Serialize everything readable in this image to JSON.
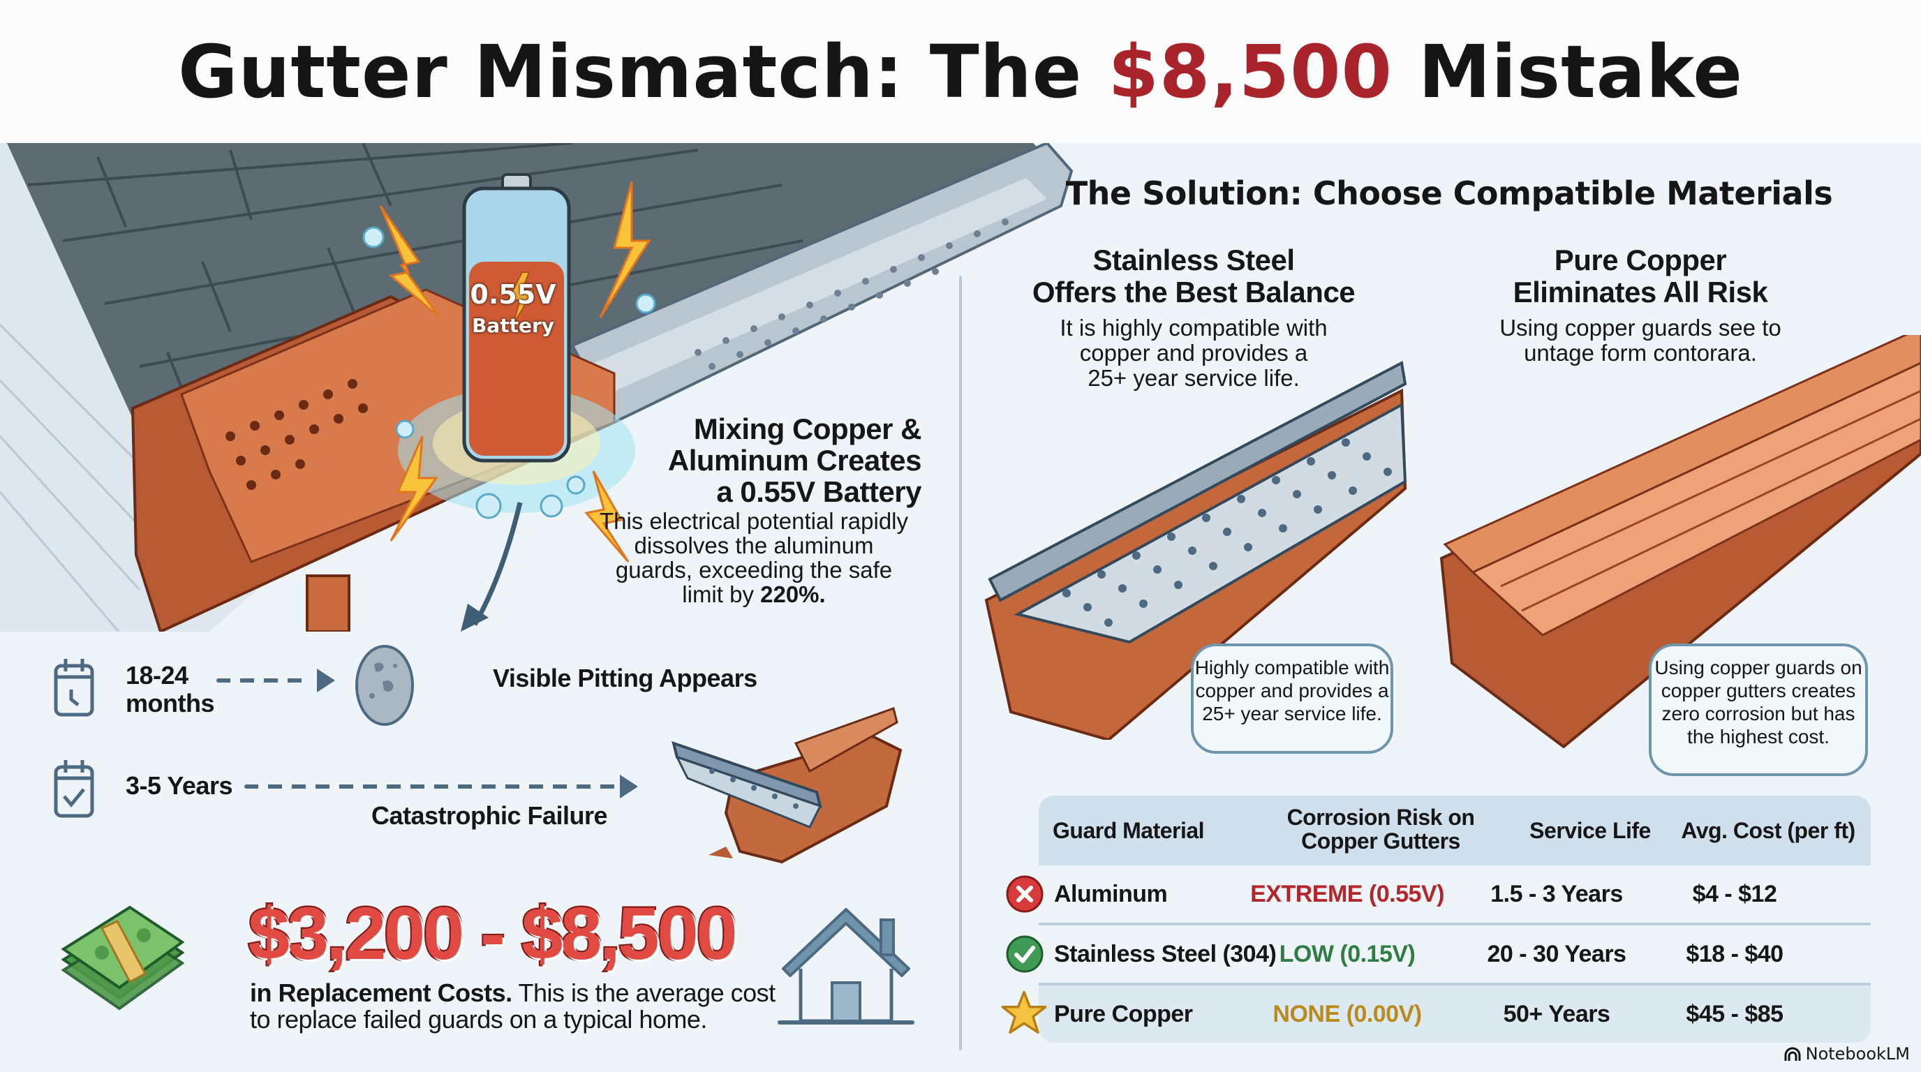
{
  "header": {
    "title_prefix": "Gutter Mismatch: The ",
    "title_accent": "$8,500",
    "title_suffix": " Mistake",
    "accent_color": "#a8232a"
  },
  "problem": {
    "battery_voltage": "0.55V",
    "battery_word": "Battery",
    "title_lines": [
      "Mixing Copper &",
      "Aluminum Creates",
      "a 0.55V Battery"
    ],
    "body_lines": [
      "This electrical potential rapidly",
      "dissolves the aluminum",
      "guards, exceeding the safe"
    ],
    "body_last_prefix": "limit by ",
    "body_last_bold": "220%."
  },
  "timeline": [
    {
      "duration_line1": "18-24",
      "duration_line2": "months",
      "icon": "calendar-clock-icon",
      "event": "Visible Pitting Appears",
      "visual": "pitted-metal-disc"
    },
    {
      "duration_line1": "3-5 Years",
      "duration_line2": "",
      "icon": "calendar-check-icon",
      "event": "Catastrophic Failure",
      "visual": "broken-gutter"
    }
  ],
  "cost": {
    "range": "$3,200 - $8,500",
    "desc_bold": "in Replacement Costs.",
    "desc_rest_1": " This is the average cost",
    "desc_rest_2": "to replace failed guards on a typical home.",
    "icons": [
      "money-stack-icon",
      "house-icon"
    ]
  },
  "solution": {
    "title": "The Solution: Choose Compatible Materials",
    "options": [
      {
        "title_lines": [
          "Stainless Steel",
          "Offers the Best Balance"
        ],
        "desc_lines": [
          "It is highly compatible with",
          "copper and provides a",
          "25+ year service life."
        ],
        "callout_lines": [
          "Highly compatible with",
          "copper and provides a",
          "25+ year service life."
        ]
      },
      {
        "title_lines": [
          "Pure Copper",
          "Eliminates All Risk"
        ],
        "desc_lines": [
          "Using copper guards see to",
          "untage form contorara."
        ],
        "callout_lines": [
          "Using copper guards on",
          "copper gutters creates",
          "zero corrosion but has",
          "the highest cost."
        ]
      }
    ]
  },
  "table": {
    "headers": [
      "Guard Material",
      "Corrosion Risk on",
      "Copper Gutters",
      "Service Life",
      "Avg. Cost (per ft)"
    ],
    "rows": [
      {
        "icon": "x-circle-icon",
        "material": "Aluminum",
        "risk": "EXTREME (0.55V)",
        "risk_color": "#b3262b",
        "life": "1.5 - 3 Years",
        "cost": "$4 - $12"
      },
      {
        "icon": "check-circle-icon",
        "material": "Stainless Steel (304)",
        "risk": "LOW (0.15V)",
        "risk_color": "#2f7d45",
        "life": "20 - 30 Years",
        "cost": "$18 - $40"
      },
      {
        "icon": "star-icon",
        "material": "Pure Copper",
        "risk": "NONE (0.00V)",
        "risk_color": "#b98a1e",
        "life": "50+ Years",
        "cost": "$45 - $85"
      }
    ]
  },
  "brand": {
    "name": "NotebookLM"
  }
}
